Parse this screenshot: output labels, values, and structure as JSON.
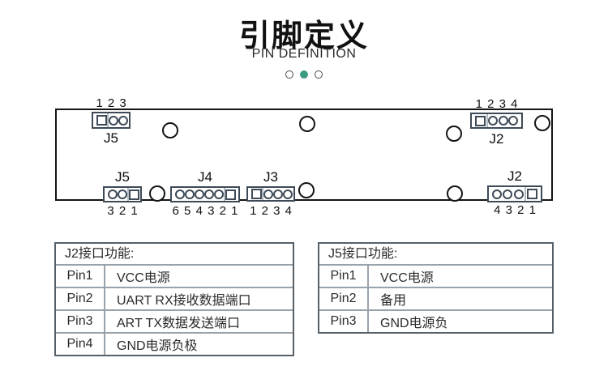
{
  "header": {
    "title": "引脚定义",
    "subtitle": "PIN DEFINITION",
    "dots": [
      {
        "style": "outline"
      },
      {
        "style": "filled"
      },
      {
        "style": "outline"
      }
    ],
    "accent_color": "#3a9b82"
  },
  "board": {
    "connectors": [
      {
        "id": "j5-top",
        "name": "J5",
        "numbers": "1 2 3",
        "pins": [
          "square",
          "|",
          "round",
          "round"
        ]
      },
      {
        "id": "j2-top",
        "name": "J2",
        "numbers": "1 2 3 4",
        "pins": [
          "square",
          "|",
          "round",
          "round",
          "round"
        ]
      },
      {
        "id": "j5-bottom",
        "name": "J5",
        "numbers": "3 2 1",
        "pins": [
          "round",
          "round",
          "|",
          "square"
        ]
      },
      {
        "id": "j4-bottom",
        "name": "J4",
        "numbers": "6 5 4 3 2 1",
        "pins": [
          "round",
          "round",
          "round",
          "round",
          "round",
          "|",
          "square"
        ]
      },
      {
        "id": "j3-bottom",
        "name": "J3",
        "numbers": "1 2 3 4",
        "pins": [
          "square",
          "|",
          "round",
          "round",
          "round"
        ]
      },
      {
        "id": "j2-bottom",
        "name": "J2",
        "numbers": "4 3 2 1",
        "pins": [
          "round",
          "round",
          "round",
          "|",
          "square"
        ]
      }
    ],
    "mounting_hole_count": 7
  },
  "tables": [
    {
      "title": "J2接口功能:",
      "rows": [
        [
          "Pin1",
          "VCC电源"
        ],
        [
          "Pin2",
          "UART RX接收数据端口"
        ],
        [
          "Pin3",
          "ART TX数据发送端口"
        ],
        [
          "Pin4",
          "GND电源负极"
        ]
      ]
    },
    {
      "title": "J5接口功能:",
      "rows": [
        [
          "Pin1",
          "VCC电源"
        ],
        [
          "Pin2",
          "备用"
        ],
        [
          "Pin3",
          "GND电源负"
        ]
      ]
    }
  ],
  "colors": {
    "accent": "#3a9b82",
    "connector_outline": "#3e4a57",
    "board_line": "#141414",
    "table_outer_border": "#566069",
    "table_inner_border": "#98a2ab"
  }
}
